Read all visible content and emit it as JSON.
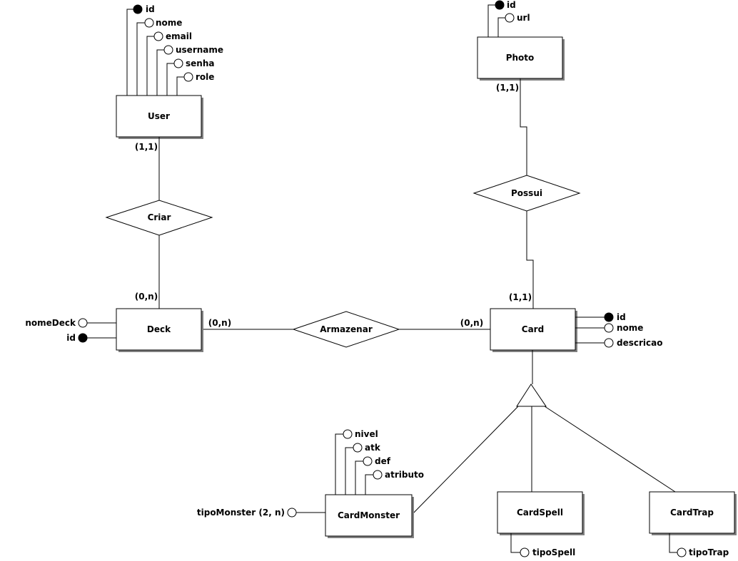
{
  "entities": {
    "user": "User",
    "photo": "Photo",
    "deck": "Deck",
    "card": "Card",
    "card_monster": "CardMonster",
    "card_spell": "CardSpell",
    "card_trap": "CardTrap"
  },
  "relationships": {
    "criar": "Criar",
    "possui": "Possui",
    "armazenar": "Armazenar"
  },
  "cardinalities": {
    "user_criar": "(1,1)",
    "deck_criar": "(0,n)",
    "photo_possui": "(1,1)",
    "card_possui": "(1,1)",
    "deck_armazenar": "(0,n)",
    "card_armazenar": "(0,n)"
  },
  "attributes": {
    "user": [
      "id",
      "nome",
      "email",
      "username",
      "senha",
      "role"
    ],
    "photo": [
      "id",
      "url"
    ],
    "deck": [
      "nomeDeck",
      "id"
    ],
    "card": [
      "id",
      "nome",
      "descricao"
    ],
    "card_monster": [
      "nivel",
      "atk",
      "def",
      "atributo",
      "tipoMonster (2, n)"
    ],
    "card_spell": [
      "tipoSpell"
    ],
    "card_trap": [
      "tipoTrap"
    ]
  },
  "key_attributes": [
    "user.id",
    "photo.id",
    "deck.id",
    "card.id"
  ],
  "colors": {
    "stroke": "#000000",
    "shadow": "#808080",
    "background": "#ffffff",
    "key_fill": "#000000"
  }
}
